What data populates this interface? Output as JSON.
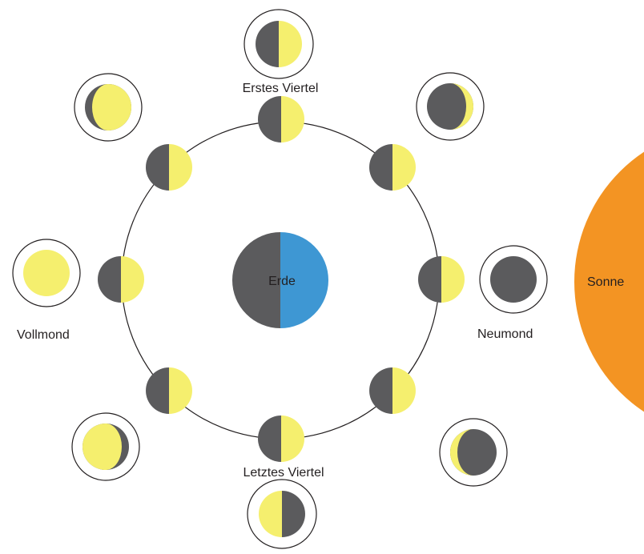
{
  "labels": {
    "earth": "Erde",
    "sun": "Sonne",
    "new_moon": "Neumond",
    "full_moon": "Vollmond",
    "first_quarter": "Erstes Viertel",
    "last_quarter": "Letztes Viertel"
  },
  "colors": {
    "moon_lit": "#f5ef6e",
    "moon_dark": "#5b5b5d",
    "earth_day": "#3e97d3",
    "earth_night": "#5b5b5d",
    "sun": "#f39423",
    "orbit": "#231f20",
    "label": "#231f20"
  }
}
